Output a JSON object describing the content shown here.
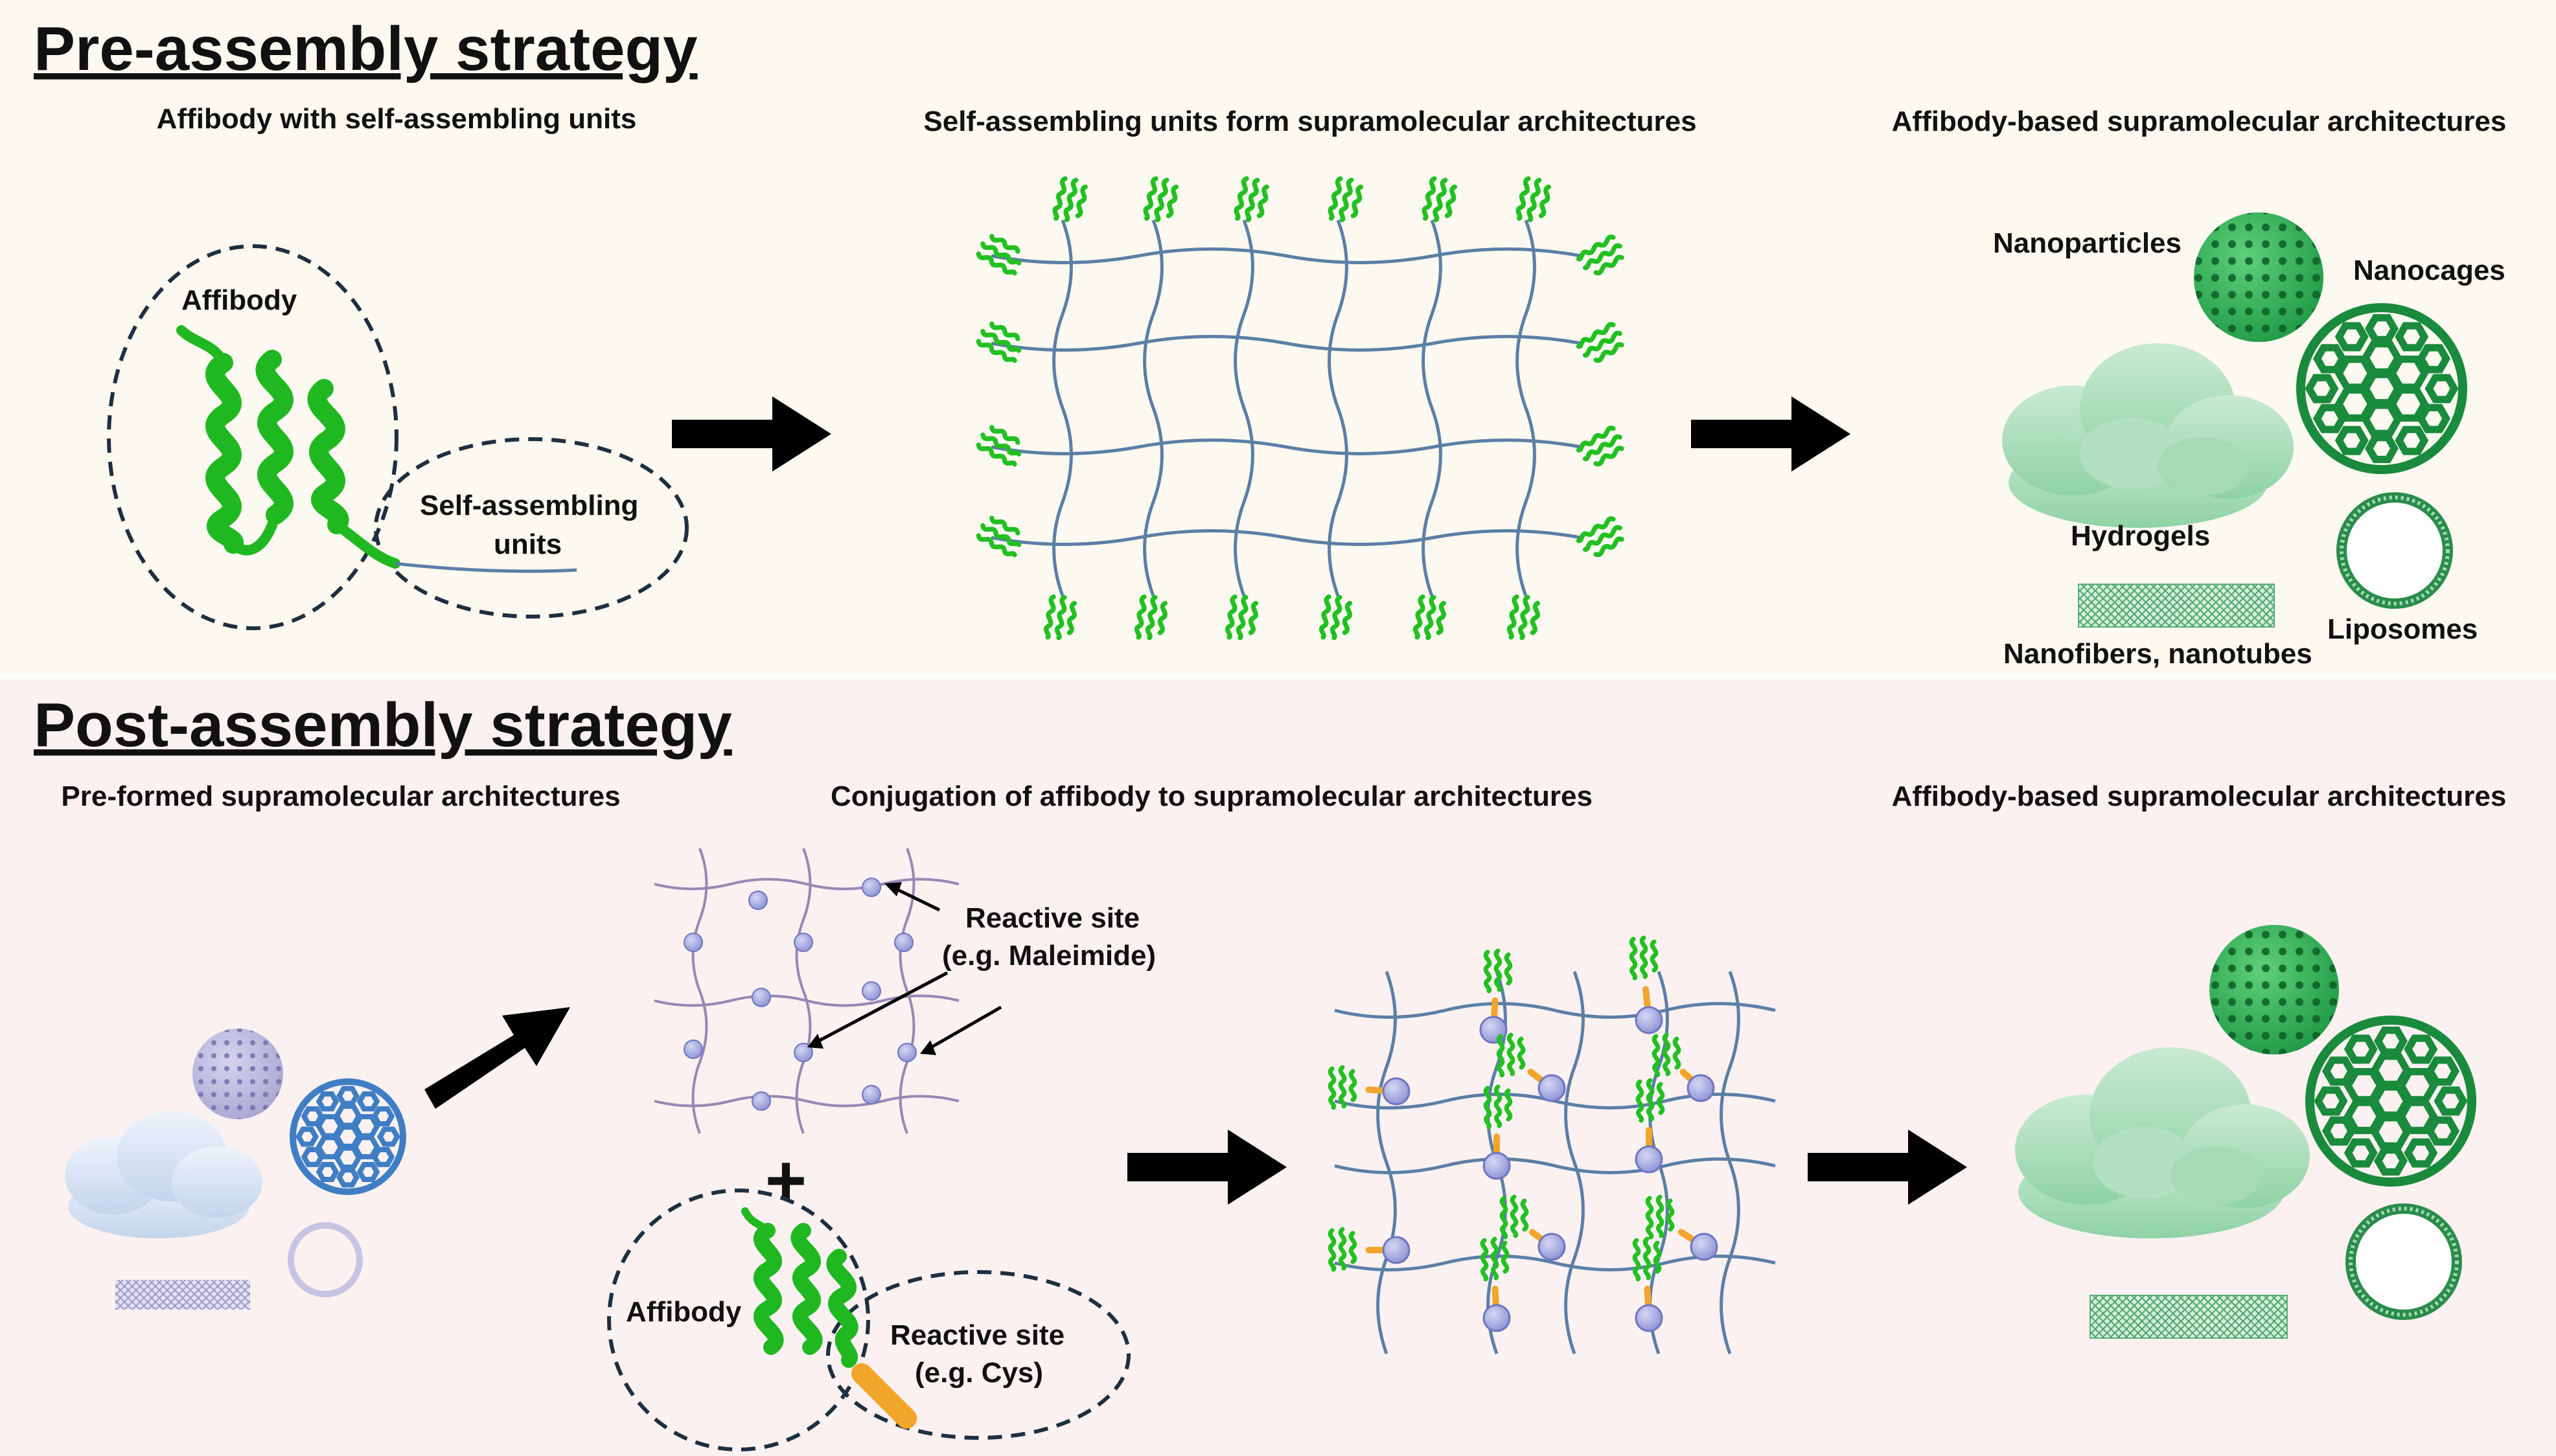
{
  "colors": {
    "top_panel_bg": "#fcf9f0",
    "bottom_panel_bg": "#fbf1f1",
    "network_line": "#5b7fa6",
    "network_line_pre": "#9a86b5",
    "site_bead": "#9aa0dc",
    "affibody_green": "#22c021",
    "dark_green": "#1c8f3a",
    "linker_orange": "#f2a52b",
    "pale_blue": "#d7e3f2",
    "lavender": "#a7a4d2",
    "cage_blue": "#3f7ec4"
  },
  "top": {
    "title": "Pre-assembly strategy",
    "step1_title": "Affibody with self-assembling units",
    "step2_title": "Self-assembling units form supramolecular architectures",
    "step3_title": "Affibody-based supramolecular architectures",
    "affibody_label": "Affibody",
    "self_assembling_label_1": "Self-assembling",
    "self_assembling_label_2": "units",
    "nanoparticles_label": "Nanoparticles",
    "nanocages_label": "Nanocages",
    "hydrogels_label": "Hydrogels",
    "liposomes_label": "Liposomes",
    "nanofibers_label": "Nanofibers, nanotubes"
  },
  "bottom": {
    "title": "Post-assembly strategy",
    "step1_title": "Pre-formed supramolecular architectures",
    "step2_title": "Conjugation of affibody to supramolecular architectures",
    "step3_title": "Affibody-based supramolecular architectures",
    "reactive_site_label_1": "Reactive site",
    "reactive_site_label_2": "(e.g. Maleimide)",
    "plus_sign": "+",
    "affibody_label": "Affibody",
    "reactive_site_cys_1": "Reactive site",
    "reactive_site_cys_2": "(e.g. Cys)"
  }
}
